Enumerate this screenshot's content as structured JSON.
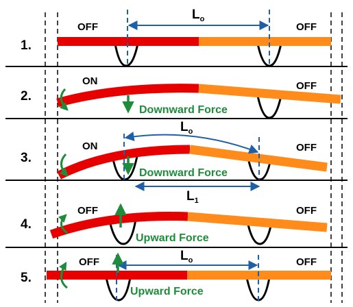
{
  "colors": {
    "red": "#e60000",
    "orange": "#ff8c1a",
    "green": "#1e8c3a",
    "blue": "#1f5fa8",
    "black": "#000000"
  },
  "steps": [
    {
      "number": "1.",
      "left_label": "OFF",
      "right_label": "OFF",
      "dimension": {
        "main": "L",
        "sub": "o"
      }
    },
    {
      "number": "2.",
      "left_label": "ON",
      "right_label": "OFF",
      "force_label": "Downward Force"
    },
    {
      "number": "3.",
      "left_label": "ON",
      "right_label": "OFF",
      "force_label": "Downward Force",
      "dimension": {
        "main": "L",
        "sub": "o"
      },
      "dimension_below": {
        "main": "L",
        "sub": "1"
      }
    },
    {
      "number": "4.",
      "left_label": "OFF",
      "right_label": "OFF",
      "force_label": "Upward Force"
    },
    {
      "number": "5.",
      "left_label": "OFF",
      "right_label": "OFF",
      "force_label": "Upward Force",
      "dimension": {
        "main": "L",
        "sub": "o"
      }
    }
  ]
}
